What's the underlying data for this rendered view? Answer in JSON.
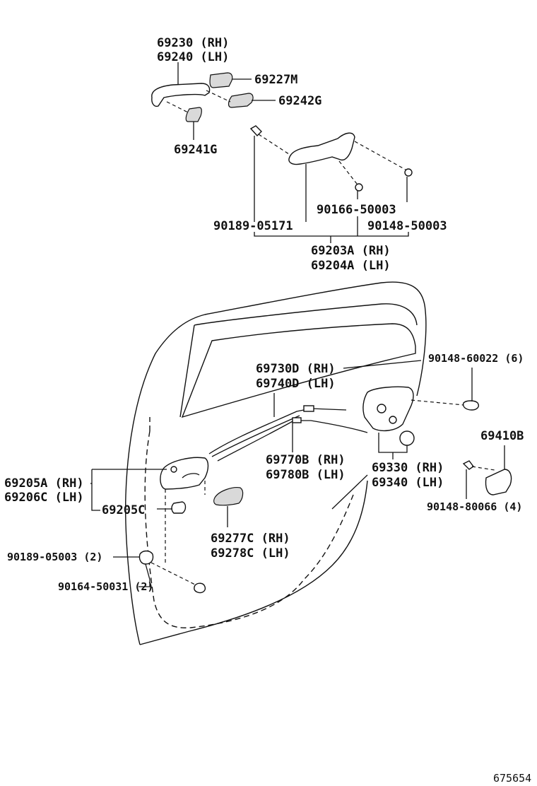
{
  "parts": {
    "outer_handle_rh": "69230 (RH)",
    "outer_handle_lh": "69240 (LH)",
    "handle_cover": "69227M",
    "handle_pad_rear": "69242G",
    "handle_pad_front": "69241G",
    "screw_90166": "90166-50003",
    "bolt_90189_05171": "90189-05171",
    "screw_90148_50003": "90148-50003",
    "frame_rh": "69203A (RH)",
    "frame_lh": "69204A (LH)",
    "cable_upper_rh": "69730D (RH)",
    "cable_upper_lh": "69740D (LH)",
    "screw_90148_60022": "90148-60022 (6)",
    "striker": "69410B",
    "cable_lower_rh": "69770B (RH)",
    "cable_lower_lh": "69780B (LH)",
    "lock_rh": "69330 (RH)",
    "lock_lh": "69340 (LH)",
    "inner_handle_rh": "69205A (RH)",
    "inner_handle_lh": "69206C (LH)",
    "inner_handle_cap": "69205C",
    "screw_90148_80066": "90148-80066 (4)",
    "inner_cover_rh": "69277C (RH)",
    "inner_cover_lh": "69278C (LH)",
    "clip_90189_05003": "90189-05003 (2)",
    "screw_90164": "90164-50031 (2)"
  },
  "figure_number": "675654"
}
